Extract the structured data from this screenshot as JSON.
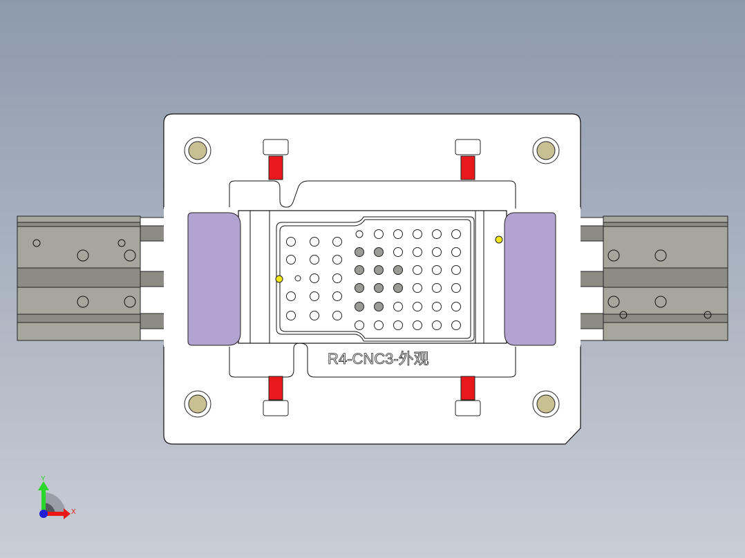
{
  "part_label": "R4-CNC3-外观",
  "axis": {
    "x_label": "X",
    "y_label": "Y"
  },
  "colors": {
    "plate": "#ffffff",
    "pads": "#b3a3d2",
    "stops": "#e8191c",
    "pins": "#f2e51e",
    "cylinder": "#a4a49a",
    "screws": "#c8bf92"
  }
}
